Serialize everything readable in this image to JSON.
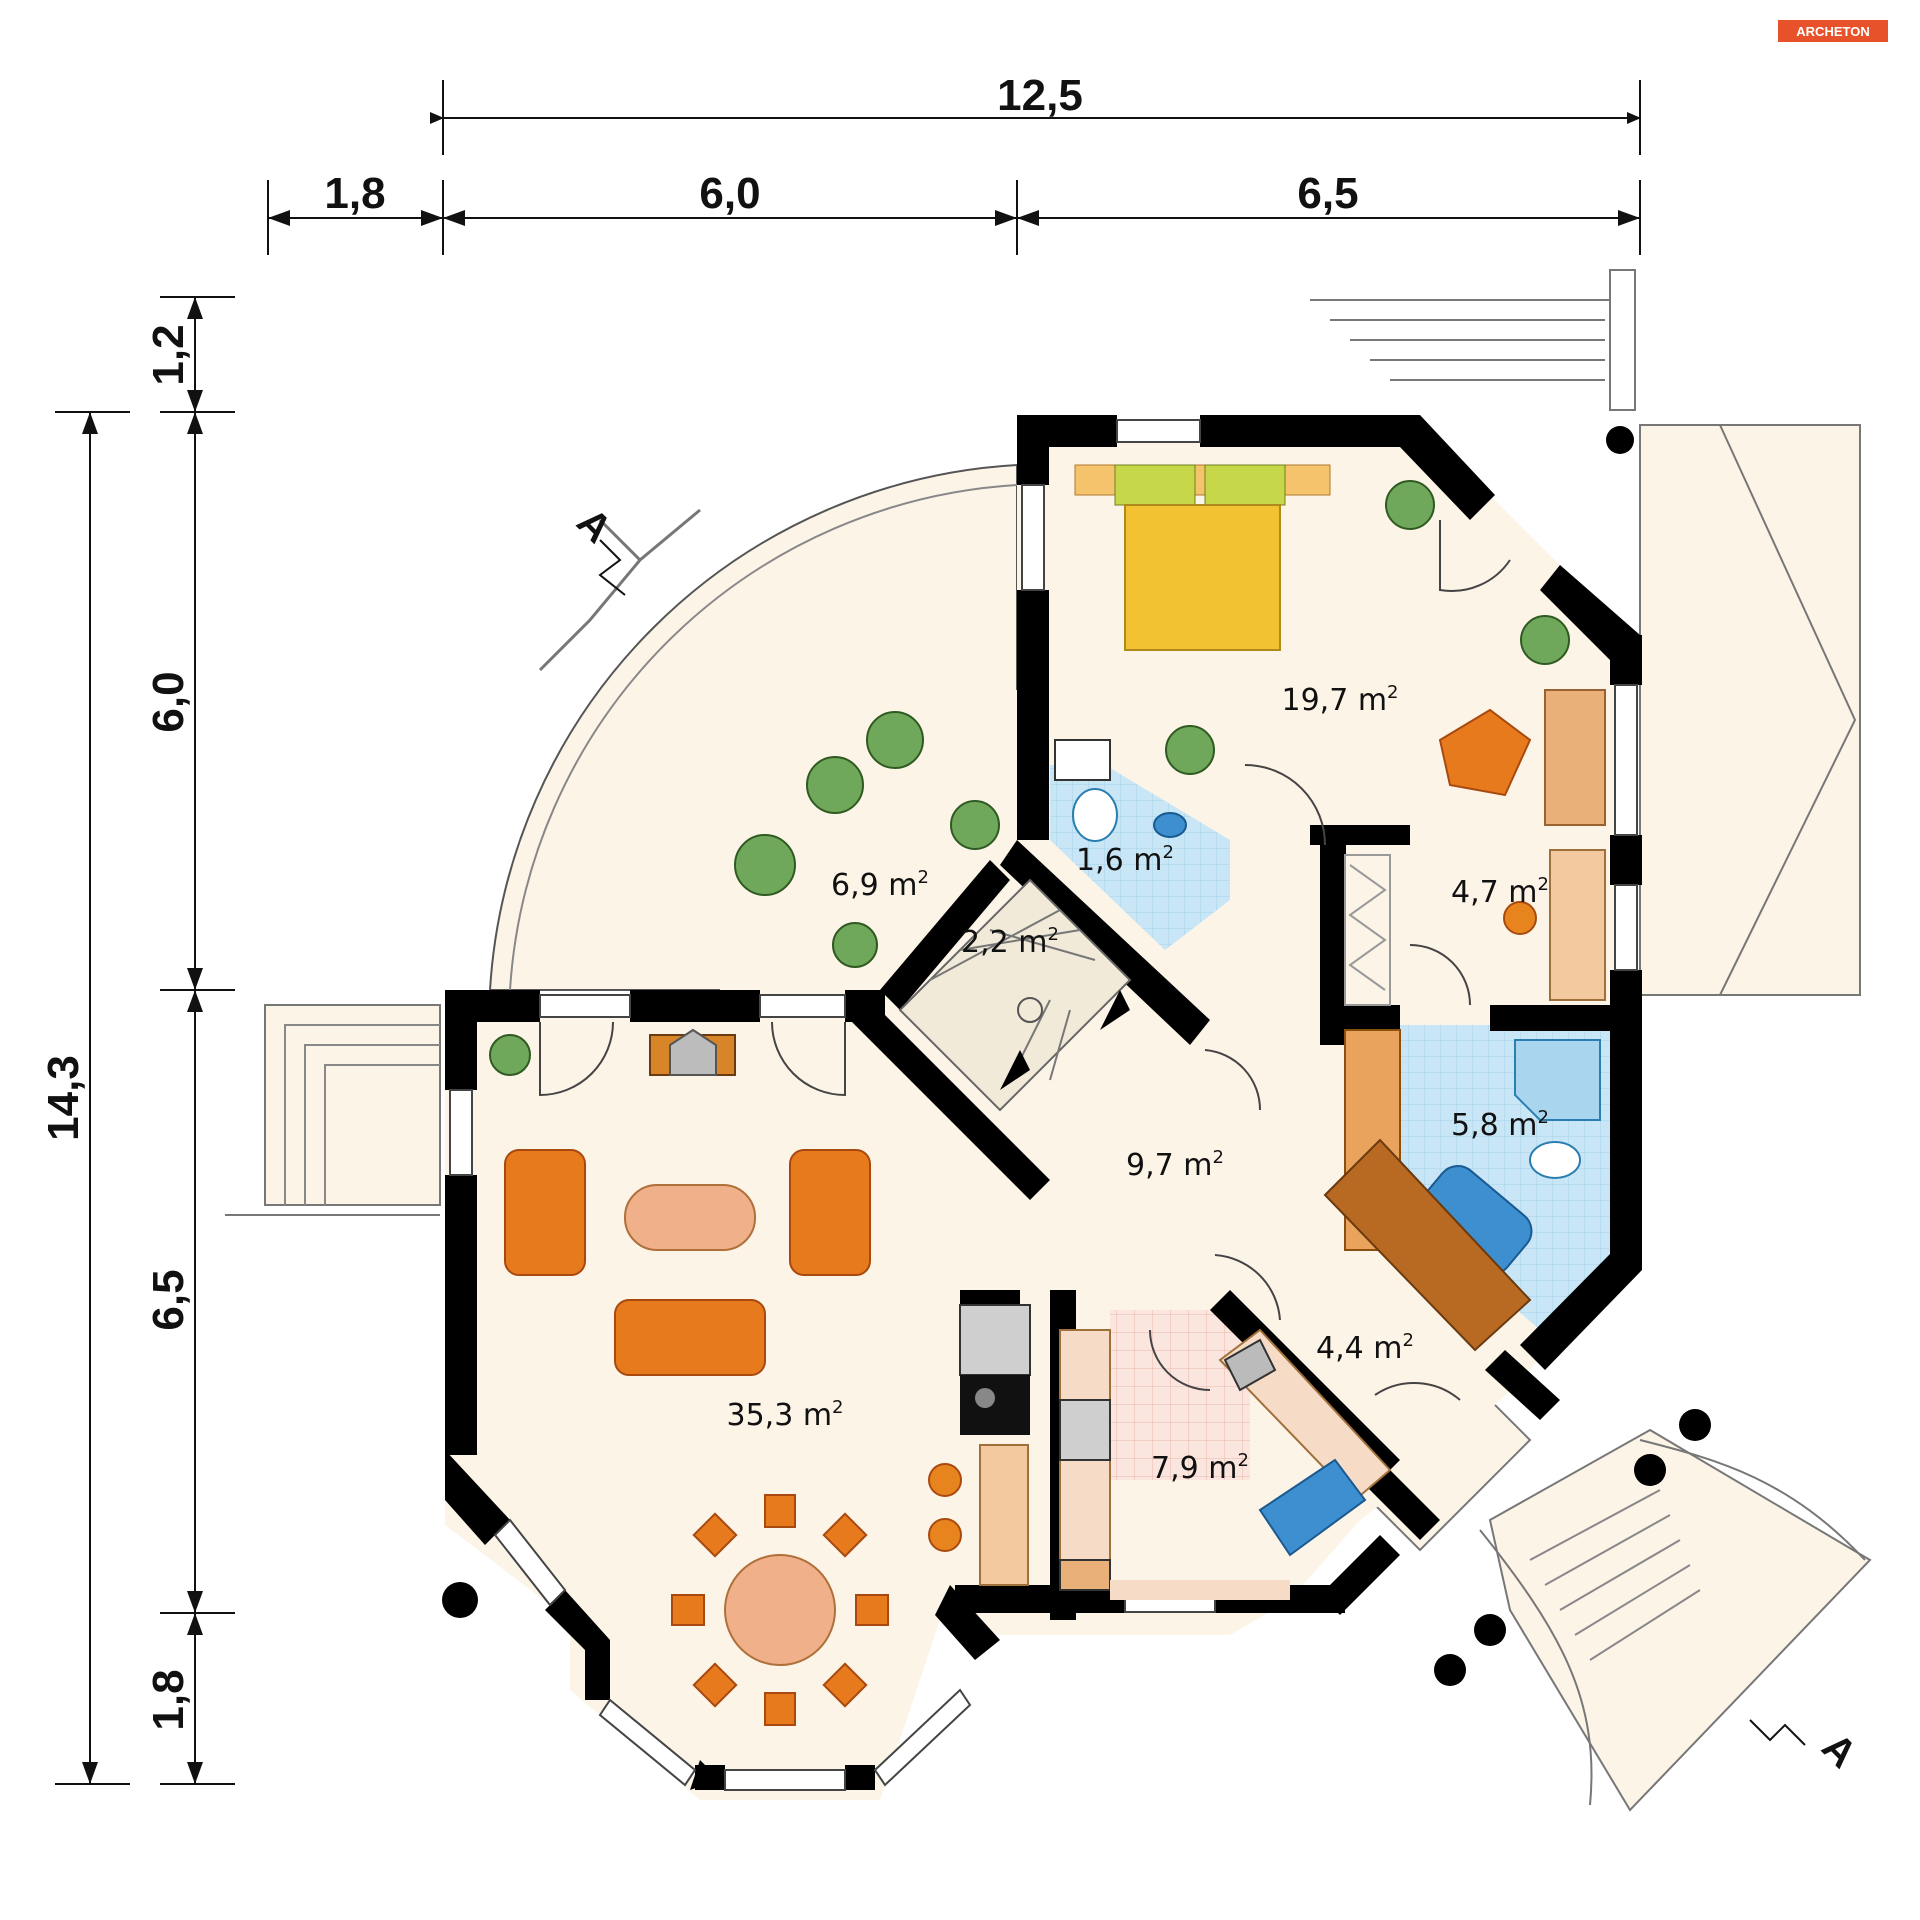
{
  "brand": {
    "logo_text": "ARCHETON",
    "color": "#e8522a"
  },
  "dimensions": {
    "top_total": "12,5",
    "top_segments": [
      "1,8",
      "6,0",
      "6,5"
    ],
    "left_total": "14,3",
    "left_segments": [
      "1,2",
      "6,0",
      "6,5",
      "1,8"
    ]
  },
  "rooms": {
    "bedroom": "19,7 m",
    "wc": "1,6 m",
    "conservatory": "6,9 m",
    "stairs": "2,2 m",
    "wardrobe": "4,7 m",
    "hall": "9,7 m",
    "bathroom": "5,8 m",
    "entry": "4,4 m",
    "living": "35,3 m",
    "kitchen": "7,9 m"
  },
  "area_unit_exponent": "2",
  "section_marker": "A",
  "colors": {
    "floor": "#fdf4e8",
    "wall": "#000000",
    "tile_blue": "#c8e6f6",
    "kitchen_tile": "#f6dcd4",
    "furniture_orange": "#e87a1e",
    "plant_green": "#6fa85a",
    "bed_yellow": "#f2c232"
  }
}
